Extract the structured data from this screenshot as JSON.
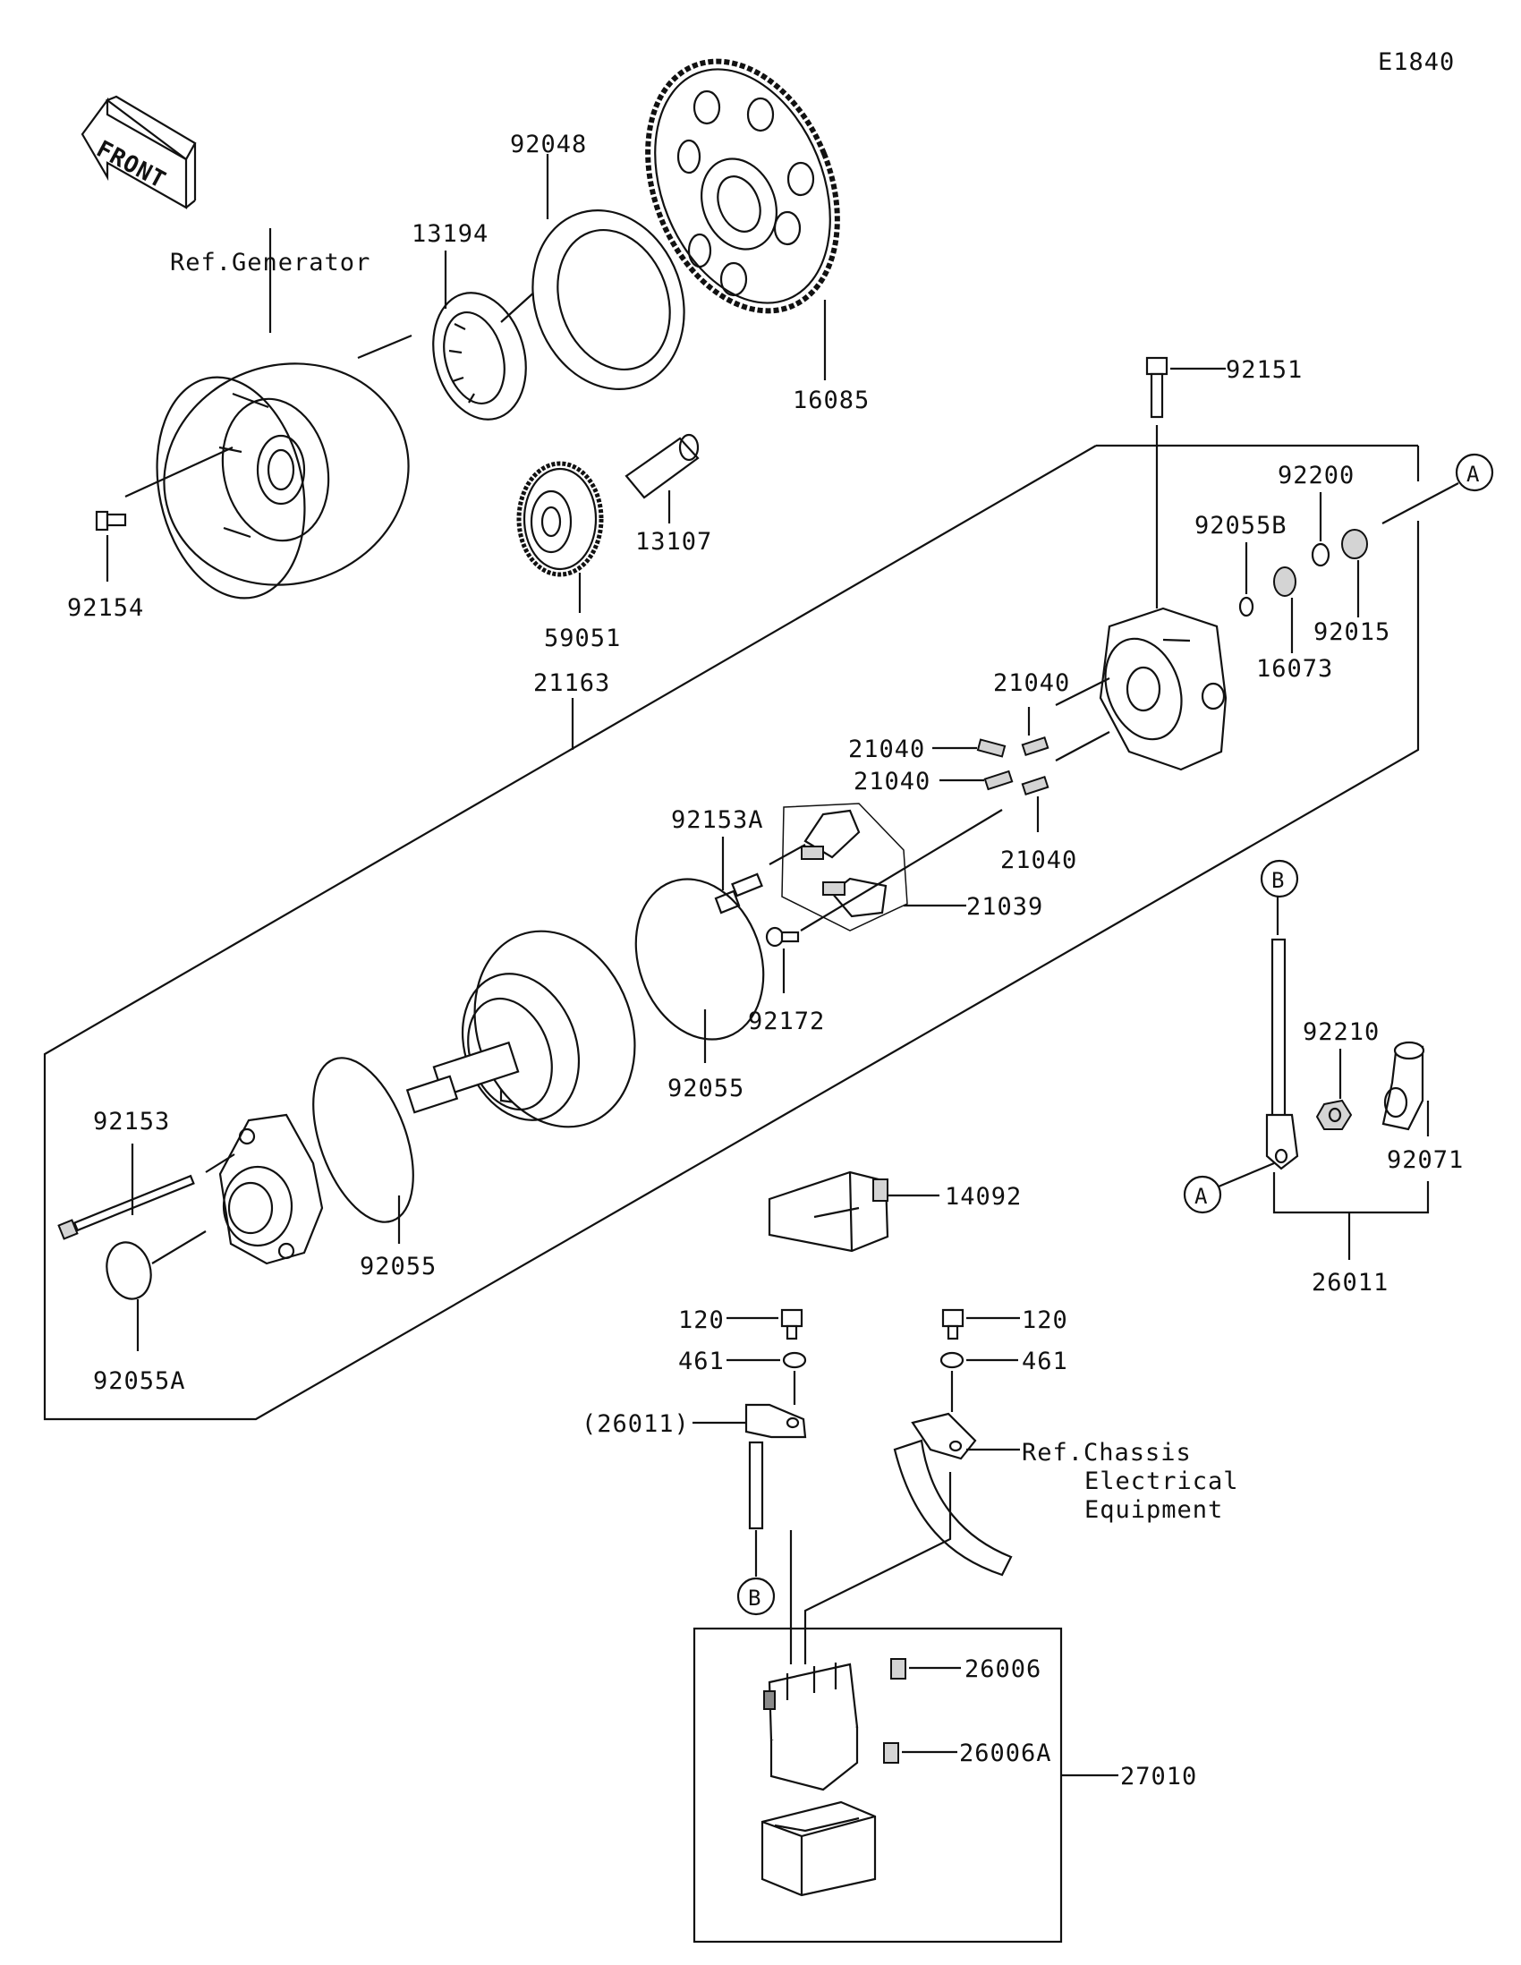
{
  "diagram_id": "E1840",
  "front_label": "FRONT",
  "callouts": {
    "c92048": "92048",
    "c13194": "13194",
    "ref_generator": "Ref.Generator",
    "c16085": "16085",
    "c92151": "92151",
    "c92154": "92154",
    "c13107": "13107",
    "c59051": "59051",
    "c21163": "21163",
    "c92200": "92200",
    "c92055B": "92055B",
    "c92015": "92015",
    "c16073": "16073",
    "c21040_a": "21040",
    "c21040_b": "21040",
    "c21040_c": "21040",
    "c21040_d": "21040",
    "c92153A": "92153A",
    "c21039": "21039",
    "c92172": "92172",
    "c92210": "92210",
    "c92071": "92071",
    "c92055_a": "92055",
    "c92153": "92153",
    "c92055_b": "92055",
    "c92055A": "92055A",
    "c14092": "14092",
    "c26011": "26011",
    "c120_a": "120",
    "c120_b": "120",
    "c461_a": "461",
    "c461_b": "461",
    "c26011_ref": "(26011)",
    "ref_chassis_1": "Ref.Chassis",
    "ref_chassis_2": "Electrical",
    "ref_chassis_3": "Equipment",
    "c26006": "26006",
    "c26006A": "26006A",
    "c27010": "27010"
  },
  "markers": {
    "a1": "A",
    "a2": "A",
    "b1": "B",
    "b2": "B"
  }
}
